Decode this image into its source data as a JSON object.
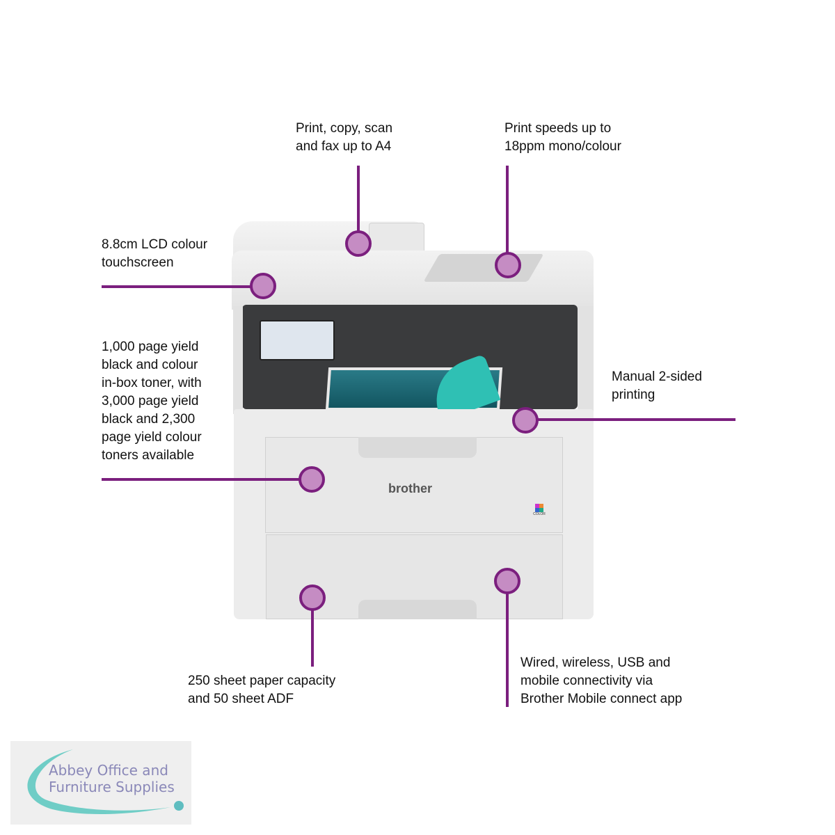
{
  "callouts": {
    "functions": "Print, copy, scan\nand fax up to A4",
    "speed": "Print speeds up to\n18ppm mono/colour",
    "lcd": "8.8cm LCD colour\ntouchscreen",
    "toner": "1,000 page yield\nblack and colour\nin-box toner, with\n3,000 page yield\nblack and 2,300\npage yield colour\ntoners available",
    "duplex": "Manual 2-sided\nprinting",
    "paper": "250 sheet paper capacity\nand 50 sheet ADF",
    "connectivity": "Wired, wireless, USB and\nmobile connectivity via\nBrother Mobile connect app"
  },
  "printer": {
    "brand": "brother",
    "badge": "COLOR"
  },
  "logo": {
    "text": "Abbey Office and\nFurniture Supplies"
  },
  "colors": {
    "accent": "#7b1f7e",
    "dot_fill": "#c58cc3",
    "logo_text": "#8a88b8",
    "logo_swoosh": "#6fcdc6"
  }
}
